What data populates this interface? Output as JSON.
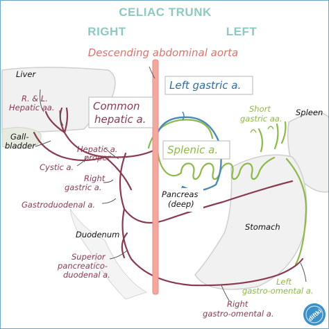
{
  "header": {
    "title": "CELIAC TRUNK",
    "right": "RIGHT",
    "left": "LEFT"
  },
  "aorta_label": "Descending abdominal aorta",
  "organs": {
    "liver": "Liver",
    "gallbladder_1": "Gall-",
    "gallbladder_2": "bladder",
    "spleen": "Spleen",
    "pancreas_1": "Pancreas",
    "pancreas_2": "(deep)",
    "stomach": "Stomach",
    "duodenum": "Duodenum"
  },
  "vessels": {
    "left_gastric": "Left gastric a.",
    "common_hepatic_1": "Common",
    "common_hepatic_2": "hepatic a.",
    "splenic": "Splenic a.",
    "short_gastric_1": "Short",
    "short_gastric_2": "gastric aa.",
    "rl_hepatic_1": "R. & L.",
    "rl_hepatic_2": "Hepatic aa.",
    "hepatic_proper_1": "Hepatic a.",
    "hepatic_proper_2": "proper",
    "cystic": "Cystic a.",
    "right_gastric_1": "Right",
    "right_gastric_2": "gastric a.",
    "gastroduodenal": "Gastroduodenal a.",
    "sup_pd_1": "Superior",
    "sup_pd_2": "pancreatico-",
    "sup_pd_3": "duodenal a.",
    "left_go_1": "Left",
    "left_go_2": "gastro-omental a.",
    "right_go_1": "Right",
    "right_go_2": "gastro-omental a."
  },
  "logo": "diftki",
  "colors": {
    "aorta": "#f2a89e",
    "hepatic_branches": "#8a3a4f",
    "left_gastric": "#4a8ab8",
    "splenic": "#8db84a",
    "header": "#8cc9c2"
  }
}
